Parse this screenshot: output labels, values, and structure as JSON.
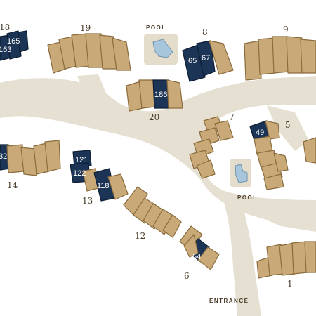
{
  "map": {
    "colors": {
      "road": "#e6e0d2",
      "building": "#c9a977",
      "building_outline": "#8a6c3d",
      "highlighted_unit": "#1c3556",
      "pool_water": "#a7c6dc",
      "label_text": "#4a3b28"
    },
    "building_labels": {
      "b1": "1",
      "b5": "5",
      "b6": "6",
      "b7": "7",
      "b8": "8",
      "b9": "9",
      "b12": "12",
      "b13": "13",
      "b14": "14",
      "b18": "18",
      "b19": "19",
      "b20": "20"
    },
    "unit_labels": {
      "u163": "163",
      "u165": "165",
      "u186": "186",
      "u65": "65",
      "u67": "67",
      "u49": "49",
      "u32": "32",
      "u121": "121",
      "u122": "122",
      "u118": "118",
      "u54": "54"
    },
    "place_labels": {
      "pool_top": "POOL",
      "pool_middle": "POOL",
      "entrance": "ENTRANCE"
    }
  }
}
